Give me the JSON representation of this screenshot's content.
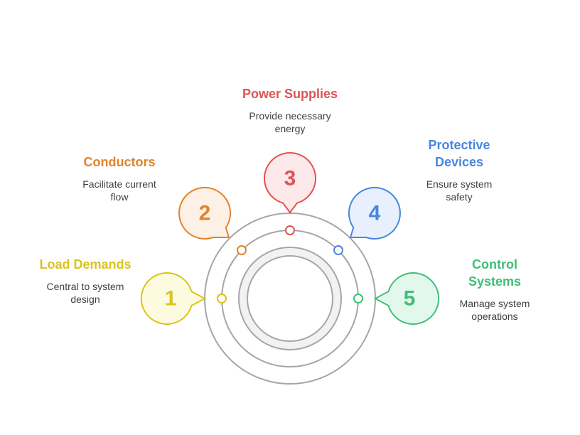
{
  "items": [
    {
      "number": "1",
      "title": "Load Demands",
      "description": "Central to system\ndesign",
      "color": "#d9c41c",
      "fill": "#fdfbdf"
    },
    {
      "number": "2",
      "title": "Conductors",
      "description": "Facilitate current\nflow",
      "color": "#e2832b",
      "fill": "#fdf0e4"
    },
    {
      "number": "3",
      "title": "Power Supplies",
      "description": "Provide necessary\nenergy",
      "color": "#e05353",
      "fill": "#fde9e9"
    },
    {
      "number": "4",
      "title": "Protective\nDevices",
      "description": "Ensure system\nsafety",
      "color": "#4a86e0",
      "fill": "#e7f0fc"
    },
    {
      "number": "5",
      "title": "Control\nSystems",
      "description": "Manage system\noperations",
      "color": "#3fbf79",
      "fill": "#e3f8ec"
    }
  ],
  "ring_color": "#a6a6a6",
  "hub_fill": "#f2f2f2"
}
